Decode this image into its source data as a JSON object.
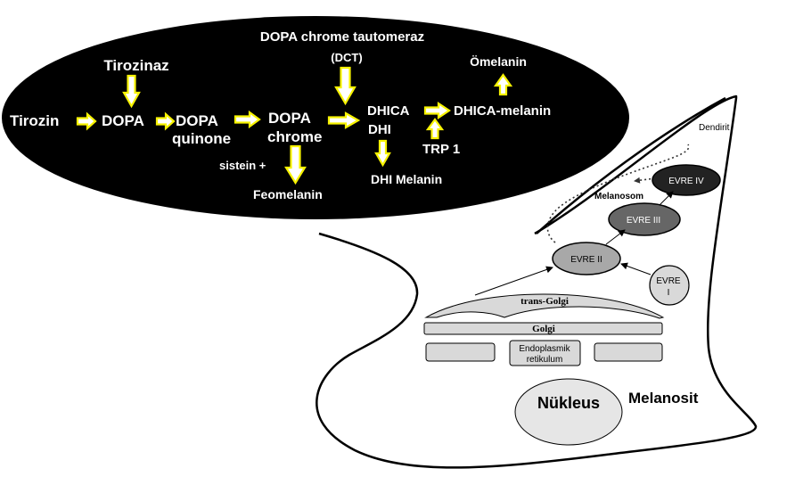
{
  "pathway": {
    "tirozinaz": "Tirozinaz",
    "tirozin": "Tirozin",
    "dopa": "DOPA",
    "dopa_quinone_line1": "DOPA",
    "dopa_quinone_line2": "quinone",
    "dopa_chrome_line1": "DOPA",
    "dopa_chrome_line2": "chrome",
    "dct_line1": "DOPA chrome tautomeraz",
    "dct_line2": "(DCT)",
    "dhica": "DHICA",
    "dhi": "DHI",
    "dhica_melanin": "DHICA-melanin",
    "omelanin": "Ömelanin",
    "trp1": "TRP 1",
    "dhi_melanin": "DHI Melanin",
    "sistein": "sistein +",
    "feomelanin": "Feomelanin"
  },
  "cell": {
    "dendirit": "Dendirit",
    "melanosom": "Melanosom",
    "evre_iv": "EVRE IV",
    "evre_iii": "EVRE III",
    "evre_ii": "EVRE II",
    "evre_i_line1": "EVRE",
    "evre_i_line2": "I",
    "trans_golgi": "trans-Golgi",
    "golgi": "Golgi",
    "er_line1": "Endoplasmik",
    "er_line2": "retikulum",
    "nukleus": "Nükleus",
    "melanosit": "Melanosit"
  },
  "colors": {
    "arrow_outline": "#f7f300",
    "oval": "#000000",
    "organelle_fill": "#d9d9d9",
    "evre_iv_fill": "#222222",
    "evre_iii_fill": "#666666",
    "evre_ii_fill": "#a8a8a8"
  }
}
